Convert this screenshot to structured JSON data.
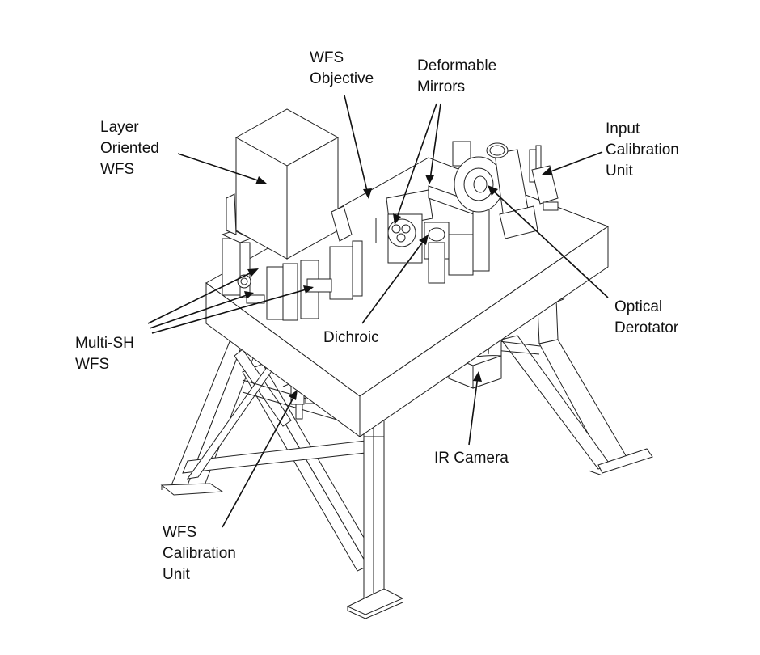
{
  "diagram": {
    "type": "isometric-assembly-drawing",
    "subject": "adaptive optics optical bench on support stand",
    "labels": [
      {
        "id": "layer-oriented-wfs",
        "lines": [
          "Layer",
          "Oriented",
          "WFS"
        ]
      },
      {
        "id": "wfs-objective",
        "lines": [
          "WFS",
          "Objective"
        ]
      },
      {
        "id": "deformable-mirrors",
        "lines": [
          "Deformable",
          "Mirrors"
        ]
      },
      {
        "id": "input-calibration-unit",
        "lines": [
          "Input",
          "Calibration",
          "Unit"
        ]
      },
      {
        "id": "multi-sh-wfs",
        "lines": [
          "Multi-SH",
          "WFS"
        ]
      },
      {
        "id": "dichroic",
        "lines": [
          "Dichroic"
        ]
      },
      {
        "id": "optical-derotator",
        "lines": [
          "Optical",
          "Derotator"
        ]
      },
      {
        "id": "ir-camera",
        "lines": [
          "IR Camera"
        ]
      },
      {
        "id": "wfs-calibration-unit",
        "lines": [
          "WFS",
          "Calibration",
          "Unit"
        ]
      }
    ],
    "colors": {
      "line": "#222222",
      "background": "#ffffff",
      "text": "#111111"
    }
  }
}
